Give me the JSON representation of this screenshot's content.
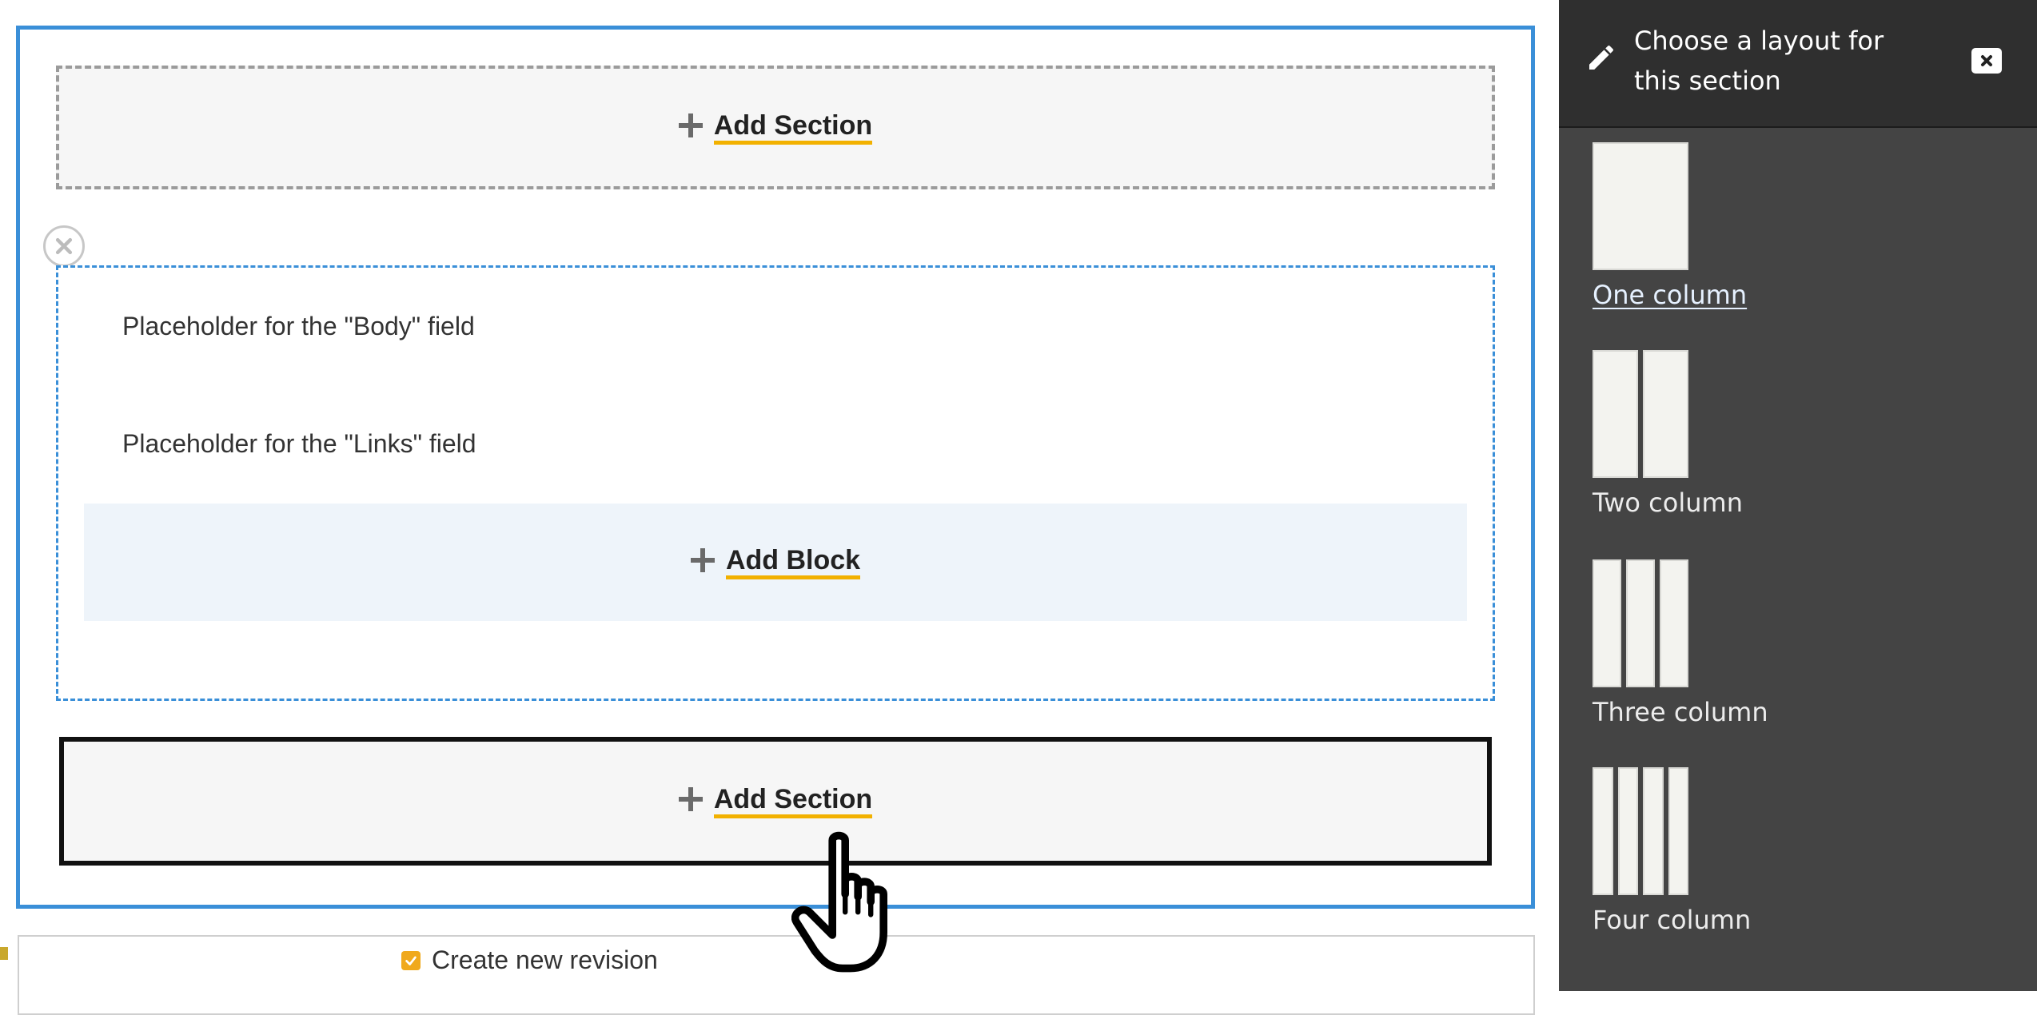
{
  "builder": {
    "add_section_label": "Add Section",
    "add_block_label": "Add Block",
    "placeholders": [
      "Placeholder for the \"Body\" field",
      "Placeholder for the \"Links\" field"
    ],
    "create_revision_label": "Create new revision",
    "create_revision_checked": true
  },
  "panel": {
    "title": "Choose a layout for this section",
    "layouts": [
      {
        "label": "One column",
        "columns": 1
      },
      {
        "label": "Two column",
        "columns": 2
      },
      {
        "label": "Three column",
        "columns": 3
      },
      {
        "label": "Four column",
        "columns": 4
      }
    ]
  },
  "colors": {
    "accent_blue": "#3a8fd8",
    "link_underline": "#f2b100",
    "panel_bg": "#444444",
    "panel_header_bg": "#2f2f2f",
    "checkbox": "#f0a91c"
  },
  "icons": [
    "plus-icon",
    "close-icon",
    "pencil-icon",
    "pointer-hand-icon",
    "checkmark-icon"
  ]
}
